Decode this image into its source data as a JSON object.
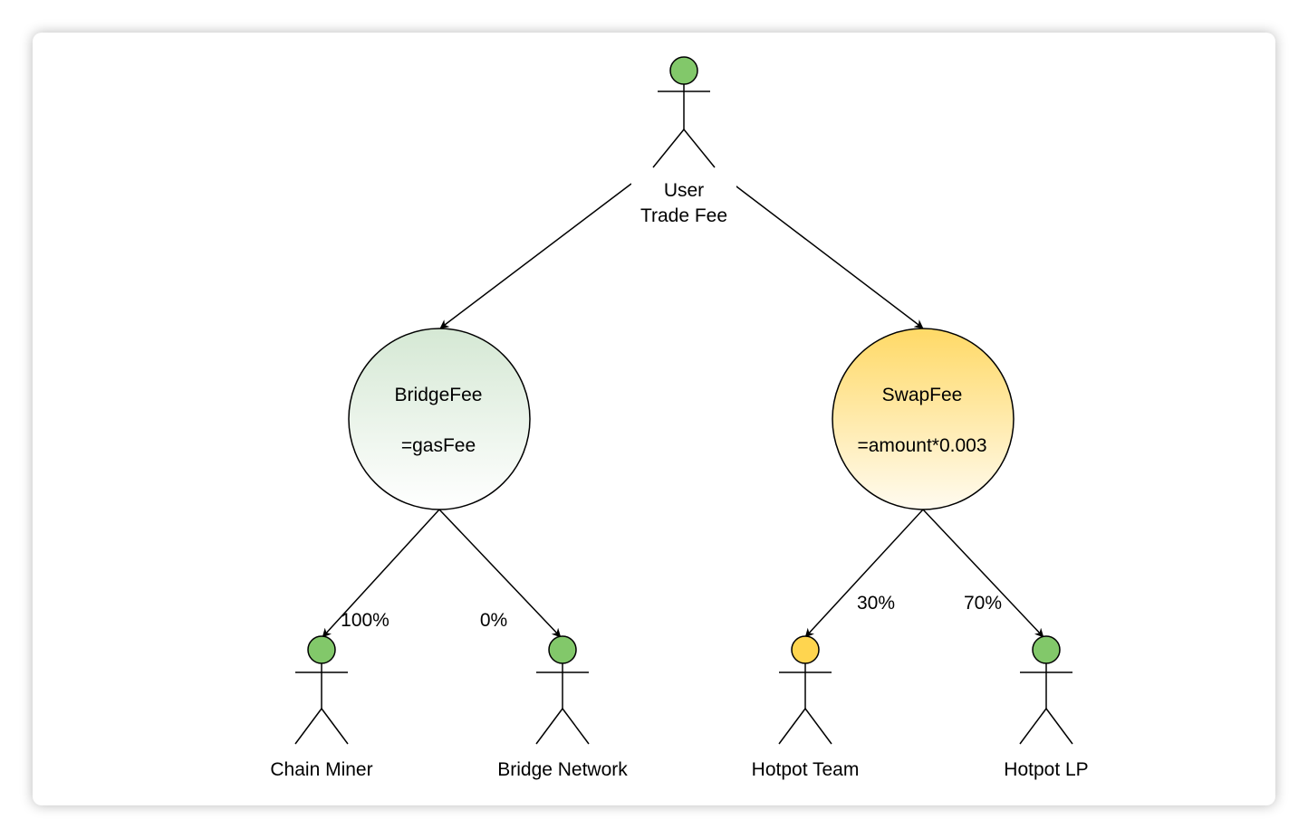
{
  "diagram": {
    "root": {
      "label_line1": "User",
      "label_line2": "Trade Fee",
      "head_color": "#82c86a"
    },
    "bridge_fee": {
      "title": "BridgeFee",
      "formula": "=gasFee",
      "fill_top": "#d5e8d4",
      "fill_bottom": "#ffffff"
    },
    "swap_fee": {
      "title": "SwapFee",
      "formula": "=amount*0.003",
      "fill_top": "#ffd966",
      "fill_bottom": "#fffbf0"
    },
    "actors": [
      {
        "name": "Chain Miner",
        "head_color": "#82c86a",
        "share": "100%"
      },
      {
        "name": "Bridge Network",
        "head_color": "#82c86a",
        "share": "0%"
      },
      {
        "name": "Hotpot Team",
        "head_color": "#ffd54f",
        "share": "30%"
      },
      {
        "name": "Hotpot LP",
        "head_color": "#82c86a",
        "share": "70%"
      }
    ]
  }
}
